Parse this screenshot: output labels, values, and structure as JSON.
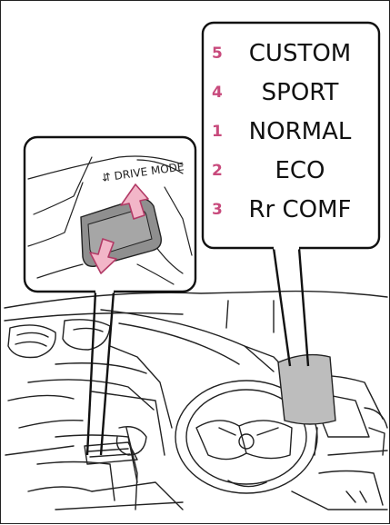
{
  "modes": [
    {
      "number": "5",
      "label": "CUSTOM"
    },
    {
      "number": "4",
      "label": "SPORT"
    },
    {
      "number": "1",
      "label": "NORMAL"
    },
    {
      "number": "2",
      "label": "ECO"
    },
    {
      "number": "3",
      "label": "Rr COMF"
    }
  ],
  "switch_label": "⇵ DRIVE MODE",
  "colors": {
    "mode_number": "#c84a7c",
    "arrow_fill": "#f2b6c8",
    "arrow_stroke": "#b23a66",
    "switch_gray": "#9a9a9a",
    "display_gray": "#bdbdbd"
  }
}
